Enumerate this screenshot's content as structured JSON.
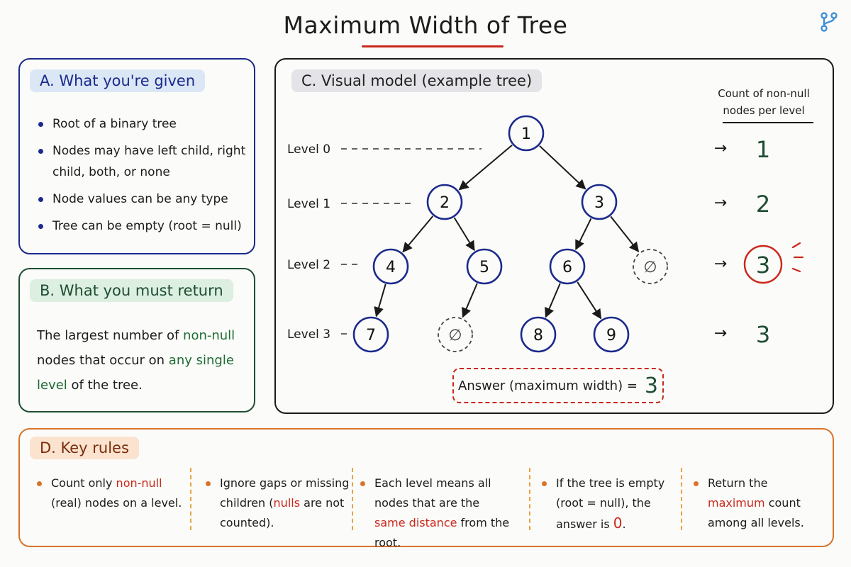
{
  "title": "Maximum Width of Tree",
  "logo_icon": "branch-icon",
  "colors": {
    "panel_a": "#1b2a8c",
    "panel_b": "#1f4d33",
    "panel_c": "#1a1a1a",
    "panel_d": "#d9732a",
    "accent_red": "#c9281c",
    "count_green": "#1f4d33"
  },
  "panel_a": {
    "title": "A. What you're given",
    "items": [
      "Root of a binary tree",
      "Nodes may have left child, right child, both, or none",
      "Node values can be any type",
      "Tree can be empty (root = null)"
    ]
  },
  "panel_b": {
    "title": "B. What you must return",
    "text_1": "The largest number of",
    "highlight_1": "non-null",
    "text_2": "nodes that occur on",
    "highlight_2": "any single level",
    "text_3": "of the tree."
  },
  "panel_c": {
    "title": "C. Visual model (example tree)",
    "count_header": "Count of non-null nodes per level",
    "levels": [
      {
        "label": "Level 0",
        "count": "1",
        "highlight": false
      },
      {
        "label": "Level 1",
        "count": "2",
        "highlight": false
      },
      {
        "label": "Level 2",
        "count": "3",
        "highlight": true
      },
      {
        "label": "Level 3",
        "count": "3",
        "highlight": false
      }
    ],
    "null_symbol": "∅",
    "nodes": [
      {
        "id": "n1",
        "label": "1",
        "null": false
      },
      {
        "id": "n2",
        "label": "2",
        "null": false
      },
      {
        "id": "n3",
        "label": "3",
        "null": false
      },
      {
        "id": "n4",
        "label": "4",
        "null": false
      },
      {
        "id": "n5",
        "label": "5",
        "null": false
      },
      {
        "id": "n6",
        "label": "6",
        "null": false
      },
      {
        "id": "n3r",
        "label": "∅",
        "null": true
      },
      {
        "id": "n7",
        "label": "7",
        "null": false
      },
      {
        "id": "n5l",
        "label": "∅",
        "null": true
      },
      {
        "id": "n8",
        "label": "8",
        "null": false
      },
      {
        "id": "n9",
        "label": "9",
        "null": false
      }
    ],
    "edges": [
      [
        "n1",
        "n2"
      ],
      [
        "n1",
        "n3"
      ],
      [
        "n2",
        "n4"
      ],
      [
        "n2",
        "n5"
      ],
      [
        "n3",
        "n6"
      ],
      [
        "n3",
        "n3r"
      ],
      [
        "n4",
        "n7"
      ],
      [
        "n5",
        "n5l"
      ],
      [
        "n6",
        "n8"
      ],
      [
        "n6",
        "n9"
      ]
    ],
    "answer_label": "Answer (maximum width) =",
    "answer_value": "3"
  },
  "panel_d": {
    "title": "D. Key rules",
    "rule_1": {
      "pre": "Count only",
      "highlight": "non-null",
      "post": "(real) nodes on a level."
    },
    "rule_2": {
      "pre": "Ignore gaps or missing children (",
      "highlight": "nulls",
      "post": "are not counted)."
    },
    "rule_3": {
      "pre": "Each level means all nodes that are the",
      "highlight": "same distance",
      "post": "from the root."
    },
    "rule_4": {
      "pre": "If the tree is empty (root = null), the answer is",
      "highlight": "0",
      "post": "."
    },
    "rule_5": {
      "pre": "Return the",
      "highlight": "maximum",
      "post": "count among all levels."
    }
  }
}
